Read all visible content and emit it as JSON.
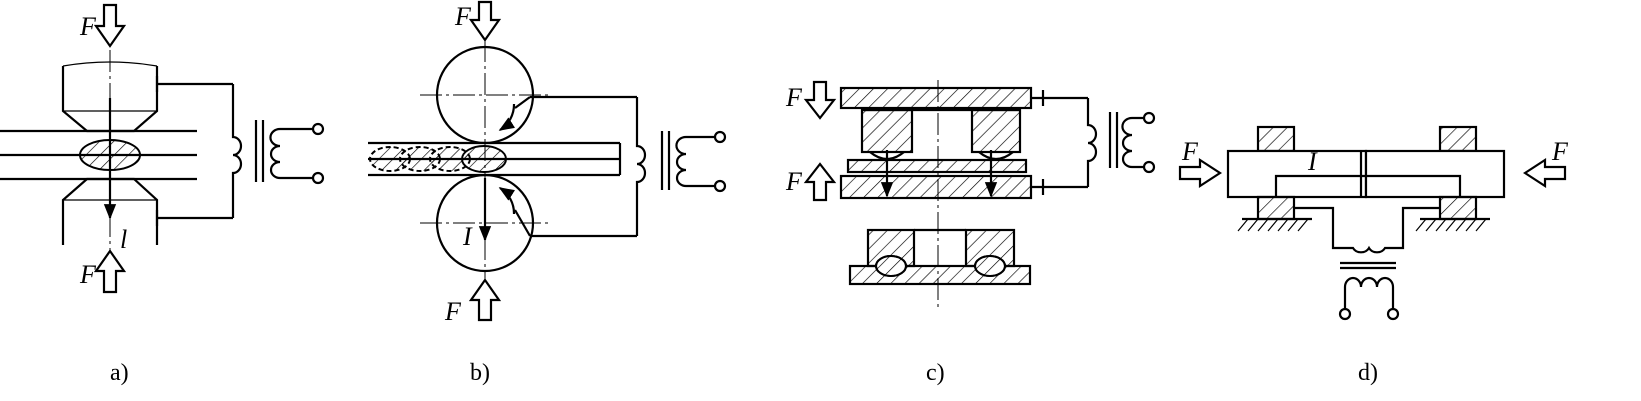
{
  "symbols": {
    "force": "F",
    "current_a": "l",
    "current": "I"
  },
  "captions": [
    "a)",
    "b)",
    "c)",
    "d)"
  ]
}
